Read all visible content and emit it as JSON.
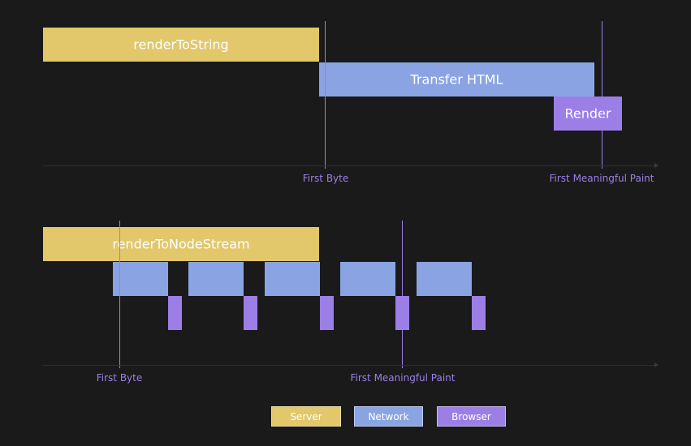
{
  "colors": {
    "background": "#1a1a1a",
    "server": "#e2c76b",
    "network": "#8aa4e3",
    "browser": "#9b7fe6",
    "marker": "#9b7fe6"
  },
  "top": {
    "server_label": "renderToString",
    "network_label": "Transfer HTML",
    "browser_label": "Render",
    "first_byte_label": "First Byte",
    "first_paint_label": "First Meaningful Paint"
  },
  "bottom": {
    "server_label": "renderToNodeStream",
    "network_chunk_count": 5,
    "browser_chunk_count": 5,
    "first_byte_label": "First Byte",
    "first_paint_label": "First Meaningful Paint"
  },
  "legend": {
    "server": "Server",
    "network": "Network",
    "browser": "Browser"
  }
}
